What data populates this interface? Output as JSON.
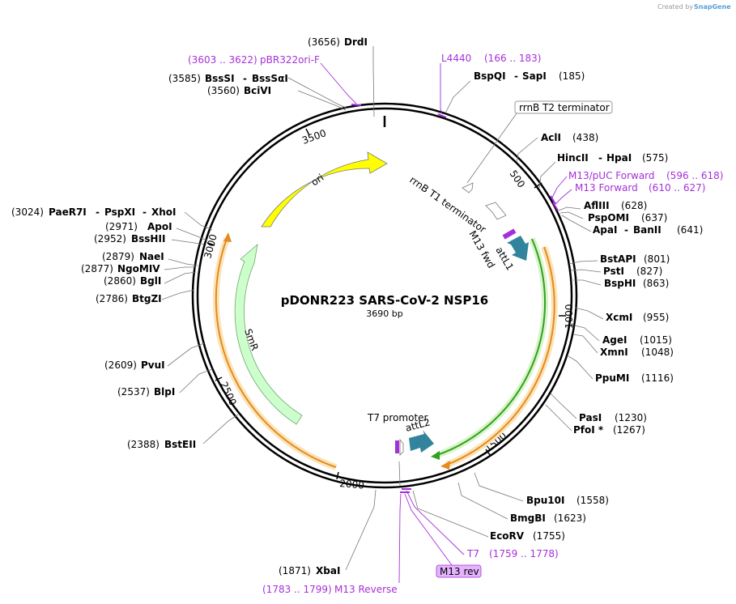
{
  "credit": {
    "text": "Created by",
    "brand": "SnapGene"
  },
  "plasmid": {
    "name": "pDONR223 SARS-CoV-2 NSP16",
    "length_label": "3690 bp"
  },
  "ticks": [
    "500",
    "1000",
    "1500",
    "2000",
    "2500",
    "3000",
    "3500"
  ],
  "features": {
    "ori": "ori",
    "smr": "SmR",
    "rrnb_t1": "rrnB T1 terminator",
    "rrnb_t2": "rrnB T2 terminator",
    "m13_fwd": "M13 fwd",
    "attl1": "attL1",
    "t7_promoter": "T7 promoter",
    "attl2": "attL2",
    "m13_rev": "M13 rev"
  },
  "enzymes": {
    "drdi": {
      "name": "DrdI",
      "pos": "(3656)"
    },
    "bssi": {
      "name": "BssSI",
      "dash": "-",
      "alt": "BssSαI",
      "pos": "(3585)"
    },
    "bcivi": {
      "name": "BciVI",
      "pos": "(3560)"
    },
    "bspqi": {
      "name": "BspQI",
      "dash": "-",
      "alt": "SapI",
      "pos": "(185)"
    },
    "acli": {
      "name": "AclI",
      "pos": "(438)"
    },
    "hincii": {
      "name": "HincII",
      "dash": "-",
      "alt": "HpaI",
      "pos": "(575)"
    },
    "aflii": {
      "name": "AflIII",
      "pos": "(628)"
    },
    "pspomi": {
      "name": "PspOMI",
      "pos": "(637)"
    },
    "apai": {
      "name": "ApaI",
      "dash": "-",
      "alt": "BanII",
      "pos": "(641)"
    },
    "bstapi": {
      "name": "BstAPI",
      "pos": "(801)"
    },
    "psti": {
      "name": "PstI",
      "pos": "(827)"
    },
    "bsphi": {
      "name": "BspHI",
      "pos": "(863)"
    },
    "xcmi": {
      "name": "XcmI",
      "pos": "(955)"
    },
    "agei": {
      "name": "AgeI",
      "pos": "(1015)"
    },
    "xmni": {
      "name": "XmnI",
      "pos": "(1048)"
    },
    "ppumi": {
      "name": "PpuMI",
      "pos": "(1116)"
    },
    "pasi": {
      "name": "PasI",
      "pos": "(1230)"
    },
    "pfoi": {
      "name": "PfoI *",
      "pos": "(1267)"
    },
    "bpu10i": {
      "name": "Bpu10I",
      "pos": "(1558)"
    },
    "bmgbi": {
      "name": "BmgBI",
      "pos": "(1623)"
    },
    "ecorv": {
      "name": "EcoRV",
      "pos": "(1755)"
    },
    "xbai": {
      "name": "XbaI",
      "pos": "(1871)"
    },
    "paer7i": {
      "name": "PaeR7I",
      "dash1": "-",
      "alt1": "PspXI",
      "dash2": "-",
      "alt2": "XhoI",
      "pos": "(3024)"
    },
    "apoi": {
      "name": "ApoI",
      "pos": "(2971)"
    },
    "bsshii": {
      "name": "BssHII",
      "pos": "(2952)"
    },
    "naei": {
      "name": "NaeI",
      "pos": "(2879)"
    },
    "ngomiv": {
      "name": "NgoMIV",
      "pos": "(2877)"
    },
    "bgli": {
      "name": "BglI",
      "pos": "(2860)"
    },
    "btgzi": {
      "name": "BtgZI",
      "pos": "(2786)"
    },
    "pvui": {
      "name": "PvuI",
      "pos": "(2609)"
    },
    "blpi": {
      "name": "BlpI",
      "pos": "(2537)"
    },
    "bsteii": {
      "name": "BstEII",
      "pos": "(2388)"
    }
  },
  "primers": {
    "pbr322": {
      "name": "pBR322ori-F",
      "range": "(3603 .. 3622)"
    },
    "l4440": {
      "name": "L4440",
      "range": "(166 .. 183)"
    },
    "m13puc": {
      "name": "M13/pUC Forward",
      "range": "(596 .. 618)"
    },
    "m13fwd": {
      "name": "M13 Forward",
      "range": "(610 .. 627)"
    },
    "t7": {
      "name": "T7",
      "range": "(1759 .. 1778)"
    },
    "m13rev": {
      "name": "M13 Reverse",
      "range": "(1783 .. 1799)"
    }
  },
  "colors": {
    "ori": "#ffff00",
    "smr": "#ccffcc",
    "attl": "#31849b",
    "insert_green": "#33a020",
    "insert_orange": "#e68a1e",
    "primer": "#a530d8",
    "m13rev_box": "#e6b3ff"
  }
}
